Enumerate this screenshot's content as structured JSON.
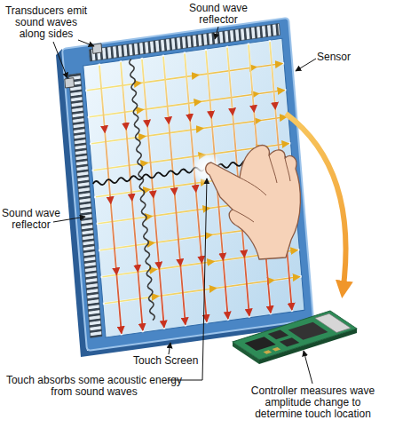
{
  "diagram": {
    "labels": [
      "Sound wave reflector",
      "Transducers emit sound waves along sides",
      "Sensor",
      "Sound wave reflector",
      "Touch Screen",
      "Touch absorbs some acoustic energy from sound waves",
      "Controller measures wave amplitude change to determine touch location"
    ]
  }
}
